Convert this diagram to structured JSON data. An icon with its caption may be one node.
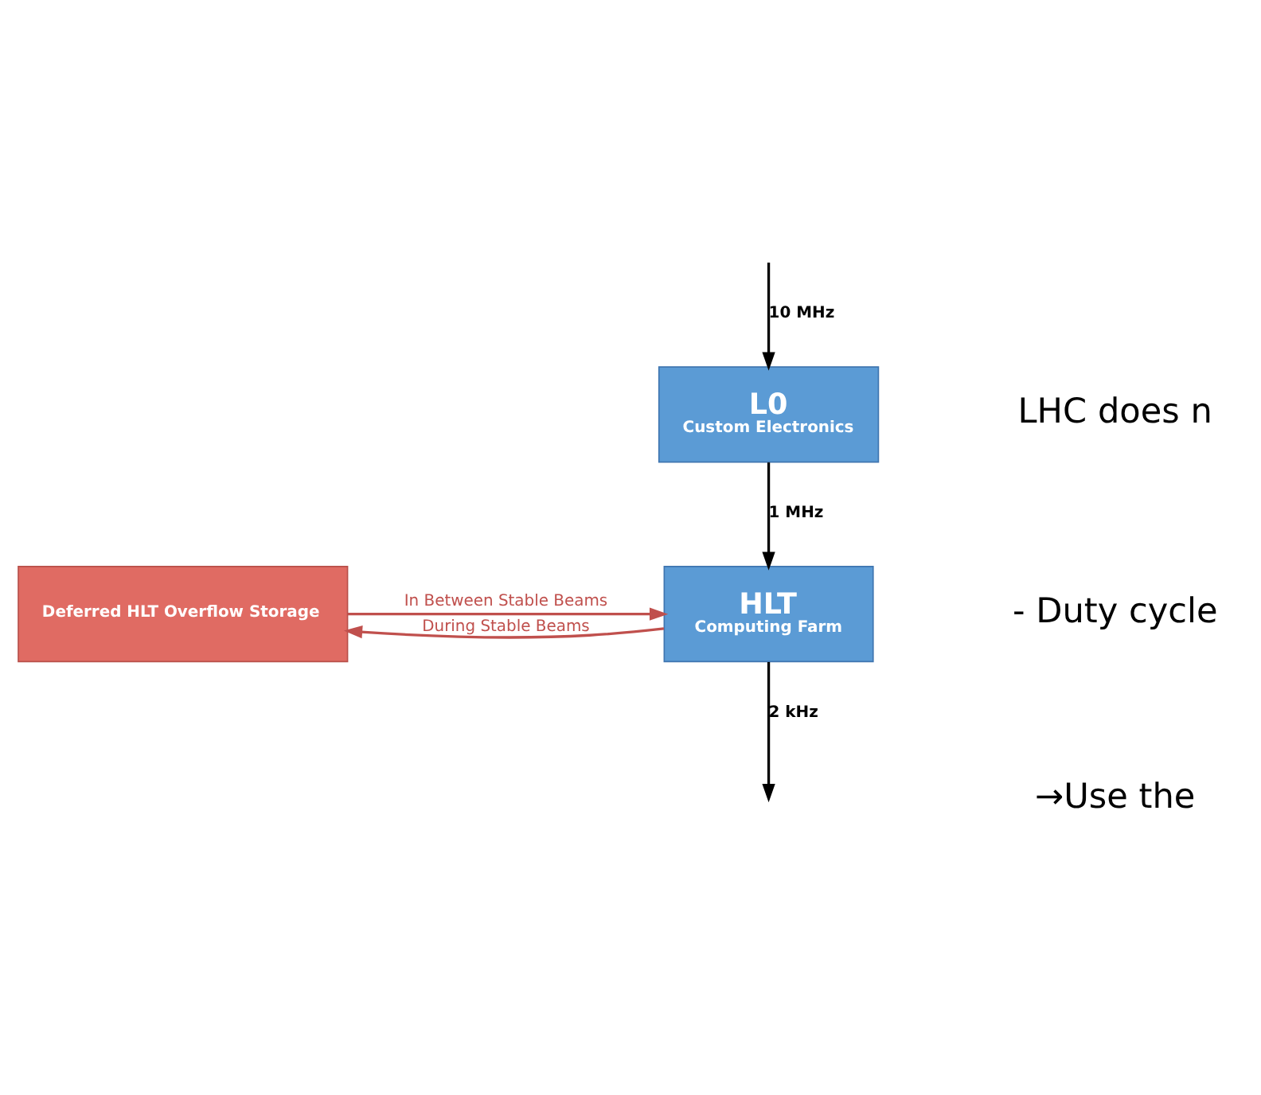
{
  "diagram": {
    "nodes": [
      {
        "text": [
          "L0",
          "Custom Electronics"
        ]
      },
      {
        "text": [
          "HLT",
          "Computing Farm"
        ]
      },
      {
        "text": [
          "Deferred HLT Overflow Storage"
        ]
      }
    ],
    "edges": [
      {
        "from": null,
        "to": 0,
        "arrow": "to",
        "label": "10 MHz"
      },
      {
        "from": 0,
        "to": 1,
        "arrow": "to",
        "label": "1 MHz"
      },
      {
        "from": 1,
        "to": null,
        "arrow": "to",
        "label": "2 kHz"
      },
      {
        "from": 1,
        "to": 2,
        "arrow": "to",
        "label": "During Stable Beams",
        "color": "#c0504d"
      },
      {
        "from": 2,
        "to": 1,
        "arrow": "to",
        "label": "In Between Stable Beams",
        "color": "#c0504d"
      }
    ],
    "labels": [
      "LHC does n",
      "- Duty cycle",
      "→Use the"
    ]
  }
}
